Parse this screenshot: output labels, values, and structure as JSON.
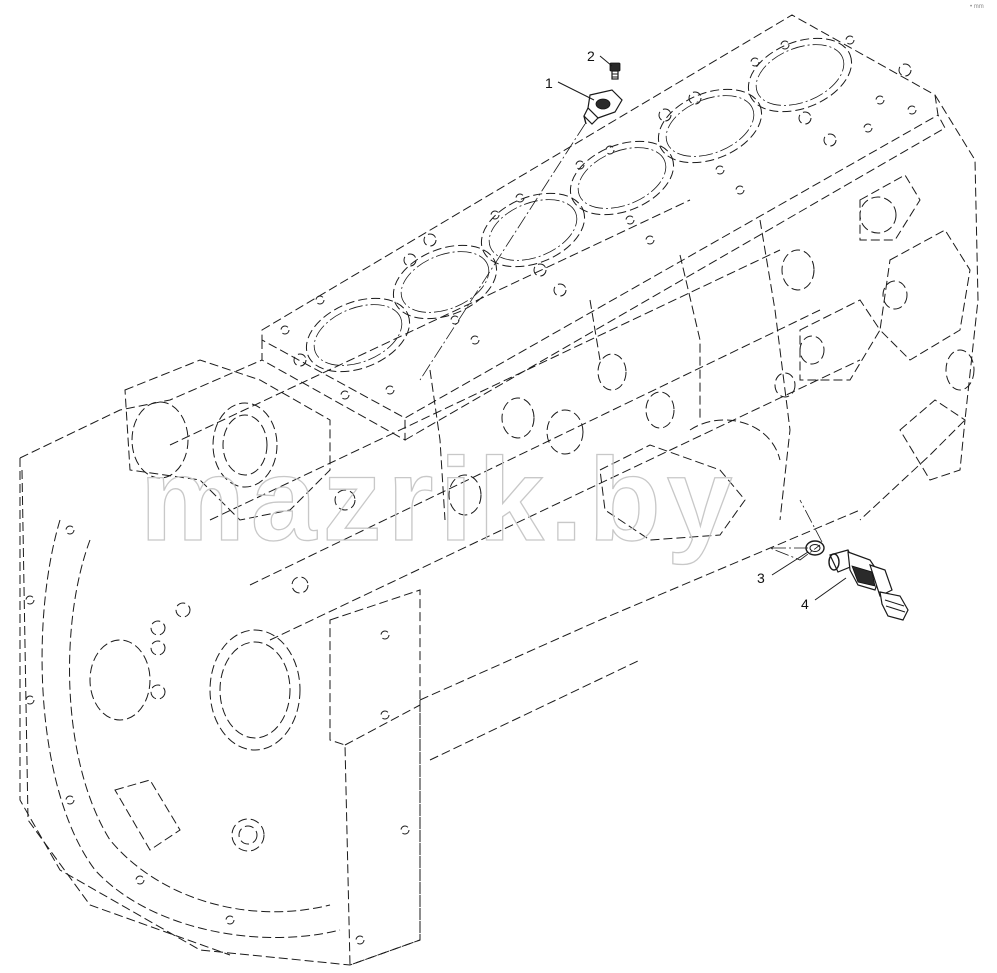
{
  "drawing": {
    "watermark": "mazrik.by",
    "corner_mark": "• mm"
  },
  "callouts": [
    {
      "id": "1",
      "label": "1",
      "part": "sensor-bracket"
    },
    {
      "id": "2",
      "label": "2",
      "part": "bolt"
    },
    {
      "id": "3",
      "label": "3",
      "part": "sealing-ring"
    },
    {
      "id": "4",
      "label": "4",
      "part": "pressure-sensor"
    }
  ]
}
